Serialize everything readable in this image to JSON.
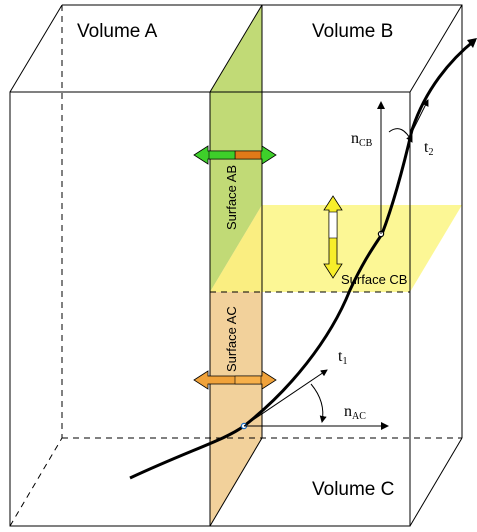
{
  "volumes": {
    "a": "Volume A",
    "b": "Volume B",
    "c": "Volume C"
  },
  "surfaces": {
    "ab": "Surface AB",
    "ac": "Surface AC",
    "cb": "Surface CB"
  },
  "vectors": {
    "n_cb": {
      "base": "n",
      "sub": "CB"
    },
    "n_ac": {
      "base": "n",
      "sub": "AC"
    },
    "t1": {
      "base": "t",
      "sub": "1"
    },
    "t2": {
      "base": "t",
      "sub": "2"
    }
  },
  "colors": {
    "surface_ab_fill": "#b6d35e",
    "surface_ac_fill": "#f0c98a",
    "surface_cb_fill": "#fbf57a",
    "arrow_green": "#3ecf2a",
    "arrow_orange": "#f0a23a",
    "arrow_yellow": "#f7ee2a",
    "curve": "#000000"
  }
}
